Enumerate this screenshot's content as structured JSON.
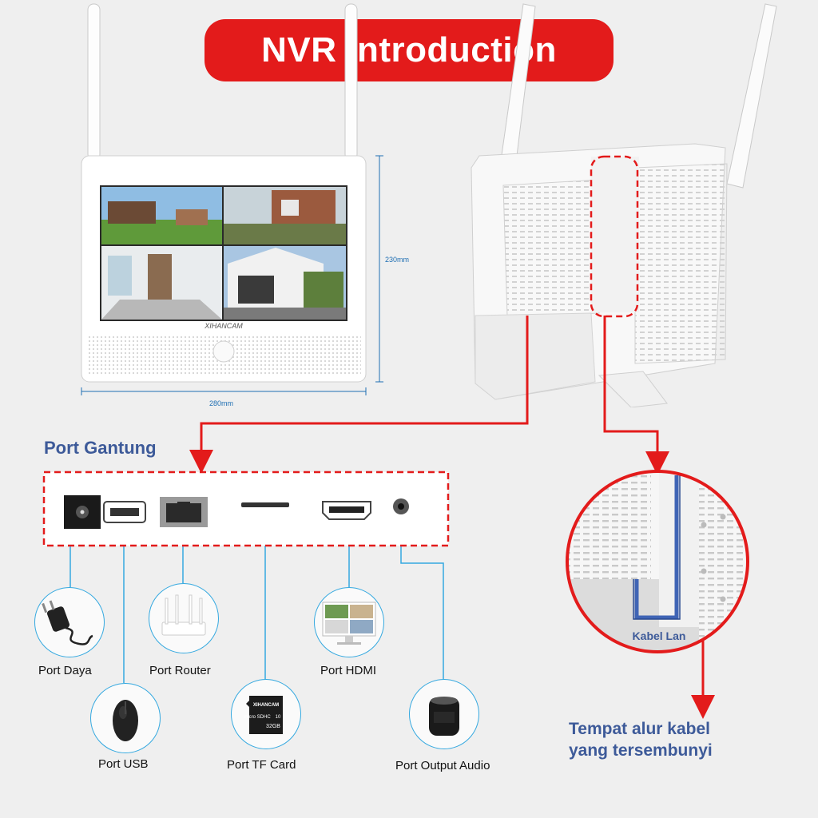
{
  "title": "NVR Introduction",
  "brand": "XIHANCAM",
  "dimensions": {
    "height": "230mm",
    "width": "280mm"
  },
  "port_panel": {
    "title": "Port Gantung",
    "ports": [
      {
        "id": "power",
        "label": "Port Daya",
        "icon": "power-adapter-icon"
      },
      {
        "id": "usb",
        "label": "Port USB",
        "icon": "mouse-icon"
      },
      {
        "id": "router",
        "label": "Port Router",
        "icon": "router-icon"
      },
      {
        "id": "tf",
        "label": "Port TF Card",
        "icon": "tf-card-icon"
      },
      {
        "id": "hdmi",
        "label": "Port HDMI",
        "icon": "monitor-icon"
      },
      {
        "id": "audio",
        "label": "Port Output Audio",
        "icon": "speaker-icon"
      }
    ]
  },
  "tf_card": {
    "brand": "XIHANCAM",
    "type": "micro SDHC",
    "class": "10",
    "capacity": "32GB"
  },
  "cable_zoom": {
    "label": "Kabel Lan"
  },
  "caption": {
    "line1": "Tempat alur kabel",
    "line2": "yang tersembunyi"
  },
  "colors": {
    "accent_red": "#e31b1b",
    "line_blue": "#35a9e0",
    "title_blue": "#3d5a99",
    "cable_blue": "#3f64b5"
  }
}
